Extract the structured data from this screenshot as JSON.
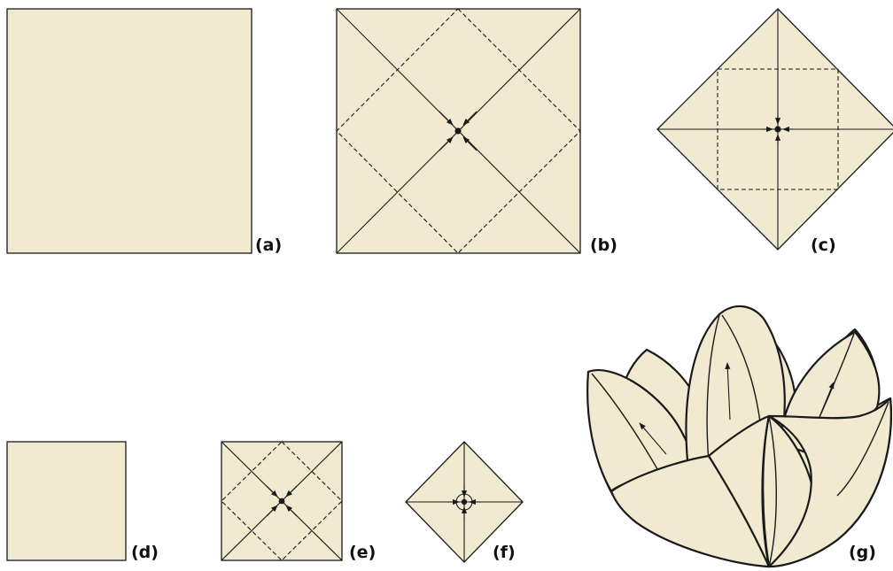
{
  "colors": {
    "paper": "#f1ead0",
    "line": "#1a1a1a",
    "background": "#ffffff"
  },
  "steps": {
    "a": {
      "label": "(a)"
    },
    "b": {
      "label": "(b)"
    },
    "c": {
      "label": "(c)"
    },
    "d": {
      "label": "(d)"
    },
    "e": {
      "label": "(e)"
    },
    "f": {
      "label": "(f)"
    },
    "g": {
      "label": "(g)"
    }
  }
}
